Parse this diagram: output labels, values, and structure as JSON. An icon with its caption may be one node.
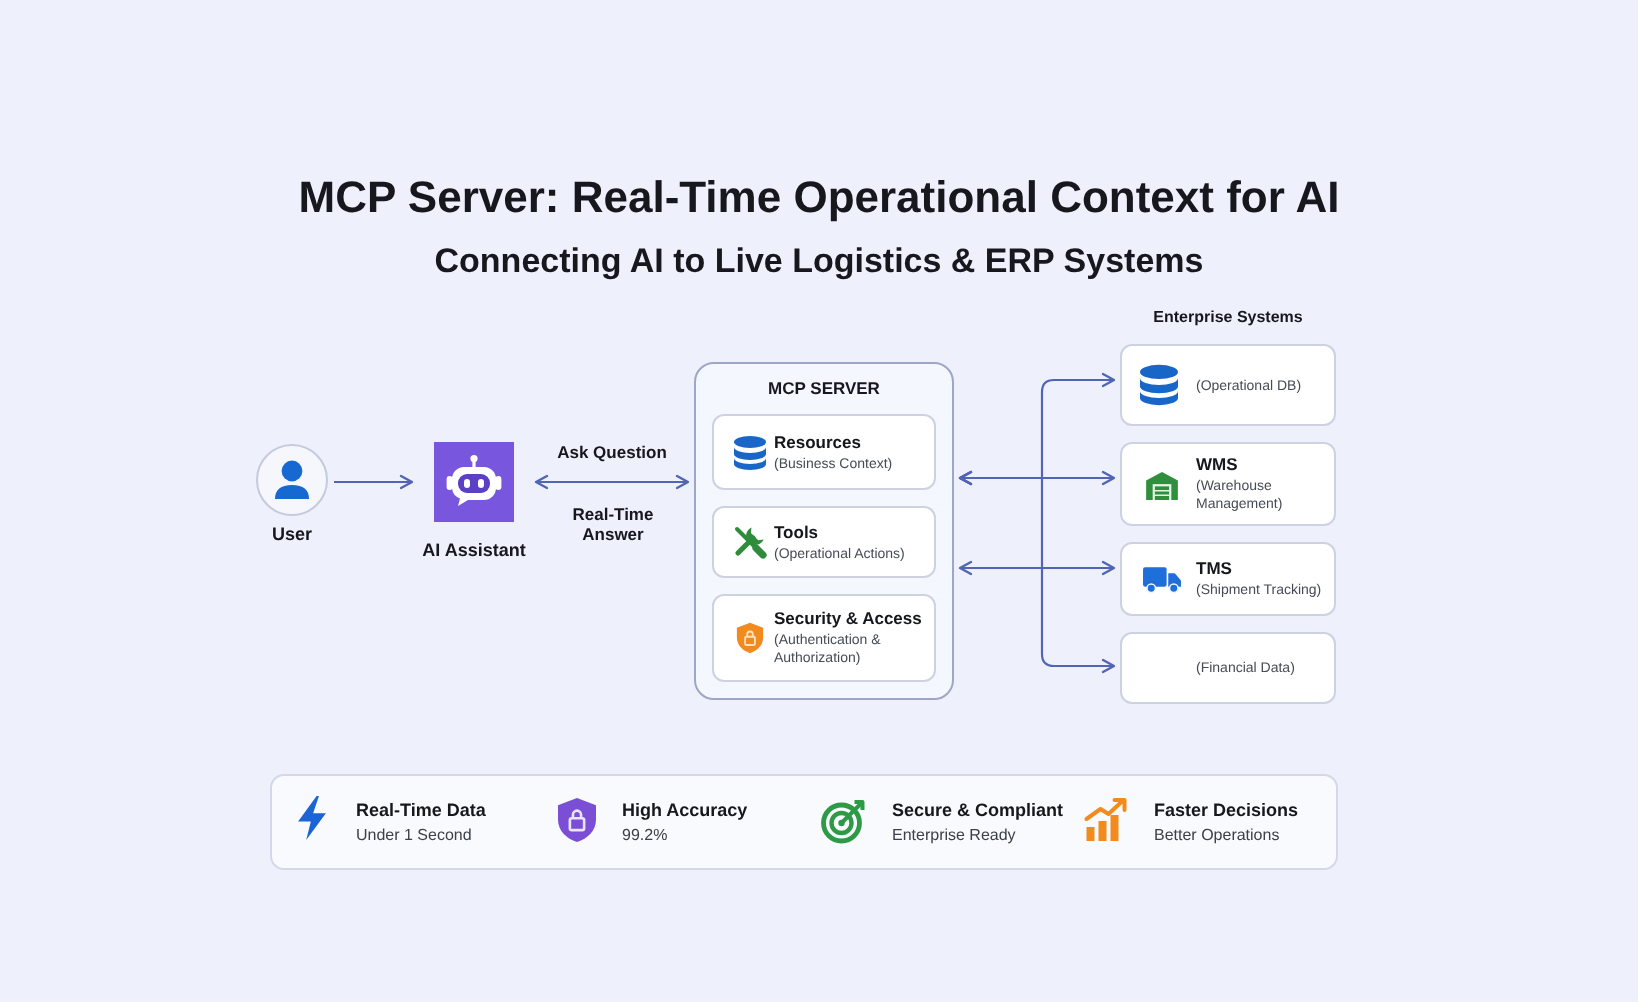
{
  "diagram": {
    "title": "MCP Server: Real-Time Operational Context for AI",
    "nodes": [
      {
        "text": [
          "User"
        ]
      },
      {
        "text": [
          "AI Assistant"
        ]
      },
      {
        "text": [
          "MCP SERVER"
        ]
      },
      {
        "text": [
          "Resources",
          "(Business Context)"
        ],
        "in": 2
      },
      {
        "text": [
          "Tools",
          "(Operational Actions)"
        ],
        "in": 2
      },
      {
        "text": [
          "Security & Access",
          "(Authentication & Authorization)"
        ],
        "in": 2
      },
      {
        "text": [
          "(Operational DB)"
        ]
      },
      {
        "text": [
          "WMS",
          "(Warehouse Management)"
        ]
      },
      {
        "text": [
          "TMS",
          "(Shipment Tracking)"
        ]
      },
      {
        "text": [
          "(Financial Data)"
        ]
      }
    ],
    "edges": [
      {
        "from": 0,
        "to": 1,
        "arrow": "to"
      },
      {
        "from": 1,
        "to": 2,
        "arrow": "both",
        "label": "Ask Question"
      },
      {
        "from": 2,
        "to": 7,
        "arrow": "both"
      },
      {
        "from": 2,
        "to": 8,
        "arrow": "both"
      },
      {
        "from": 2,
        "to": 6,
        "arrow": "both"
      },
      {
        "from": 2,
        "to": 9,
        "arrow": "both"
      }
    ],
    "labels": [
      "Connecting AI to Live Logistics & ERP Systems",
      "Enterprise Systems",
      "Real-Time Answer",
      "Real-Time Data",
      "Under 1 Second",
      "High Accuracy",
      "99.2%",
      "Secure & Compliant",
      "Enterprise Ready",
      "Faster Decisions",
      "Better Operations"
    ]
  }
}
